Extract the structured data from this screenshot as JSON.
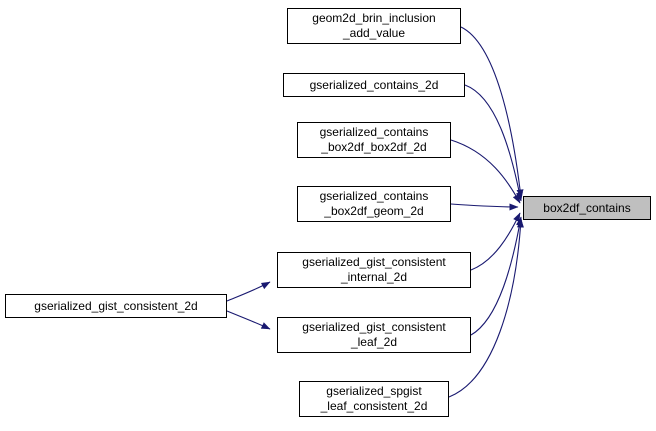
{
  "diagram": {
    "type": "call-graph",
    "colors": {
      "background": "#ffffff",
      "edge": "#191970",
      "node_border": "#000000",
      "node_fill": "#ffffff",
      "highlight_fill": "#bfbfbf"
    },
    "nodes": {
      "geom2d_brin_inclusion_add_value": {
        "line1": "geom2d_brin_inclusion",
        "line2": "_add_value"
      },
      "gserialized_contains_2d": {
        "line1": "gserialized_contains_2d"
      },
      "gserialized_contains_box2df_box2df_2d": {
        "line1": "gserialized_contains",
        "line2": "_box2df_box2df_2d"
      },
      "gserialized_contains_box2df_geom_2d": {
        "line1": "gserialized_contains",
        "line2": "_box2df_geom_2d"
      },
      "gserialized_gist_consistent_internal_2d": {
        "line1": "gserialized_gist_consistent",
        "line2": "_internal_2d"
      },
      "gserialized_gist_consistent_leaf_2d": {
        "line1": "gserialized_gist_consistent",
        "line2": "_leaf_2d"
      },
      "gserialized_spgist_leaf_consistent_2d": {
        "line1": "gserialized_spgist",
        "line2": "_leaf_consistent_2d"
      },
      "gserialized_gist_consistent_2d": {
        "line1": "gserialized_gist_consistent_2d"
      },
      "box2df_contains": {
        "line1": "box2df_contains"
      }
    }
  }
}
